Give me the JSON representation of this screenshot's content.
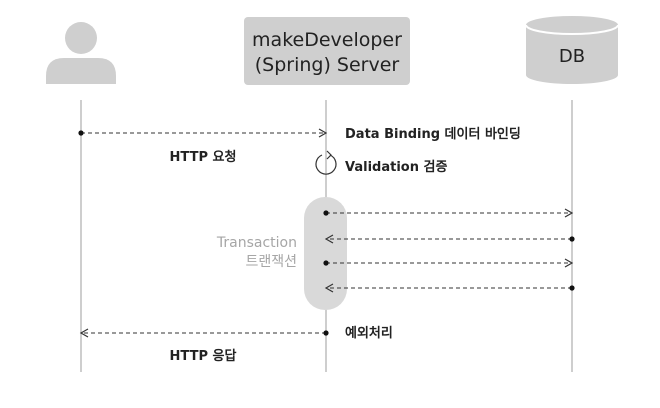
{
  "actors": {
    "server": {
      "line1": "makeDeveloper",
      "line2": "(Spring) Server"
    },
    "db": {
      "label": "DB"
    }
  },
  "messages": {
    "request_binding": "Data Binding 데이터 바인딩",
    "http_request": "HTTP 요청",
    "validation": "Validation 검증",
    "transaction_en": "Transaction",
    "transaction_ko": "트랜잭션",
    "exception": "예외처리",
    "http_response": "HTTP 응답"
  },
  "colors": {
    "actor_fill": "#cfcfcf",
    "lifeline": "#bdbdbd",
    "transaction_fill": "#d9d9d9",
    "transaction_text": "#a6a6a6",
    "text": "#222222",
    "arrow": "#333333"
  },
  "icons": {
    "user": "user-icon",
    "db": "database-icon",
    "self_loop": "loop-arrow-icon"
  }
}
